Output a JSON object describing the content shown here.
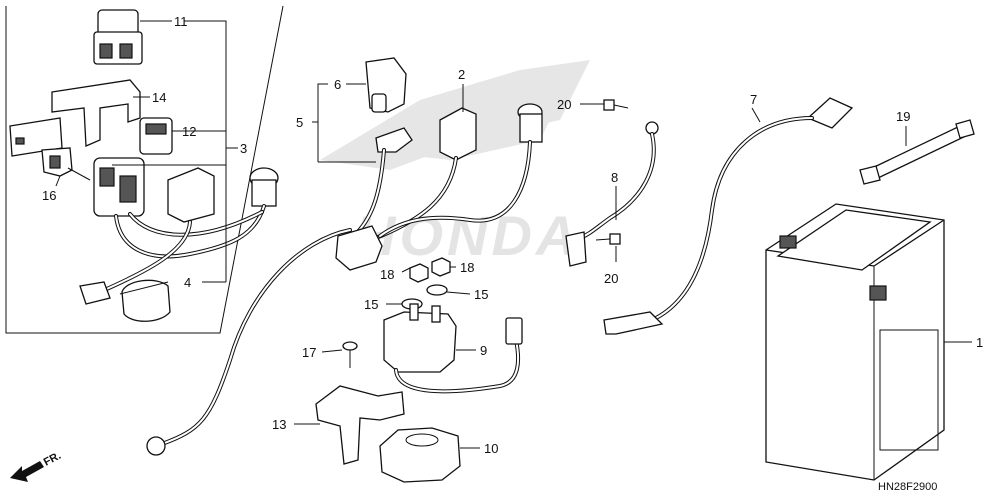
{
  "diagram": {
    "watermark": "HONDA",
    "drawing_code": "HN28F2900",
    "direction_label": "FR.",
    "callouts": {
      "c1": "1",
      "c2": "2",
      "c3": "3",
      "c4": "4",
      "c5": "5",
      "c6": "6",
      "c7": "7",
      "c8": "8",
      "c9": "9",
      "c10": "10",
      "c11": "11",
      "c12": "12",
      "c13": "13",
      "c14": "14",
      "c15a": "15",
      "c15b": "15",
      "c16": "16",
      "c17": "17",
      "c18a": "18",
      "c18b": "18",
      "c19": "19",
      "c20a": "20",
      "c20b": "20"
    }
  }
}
